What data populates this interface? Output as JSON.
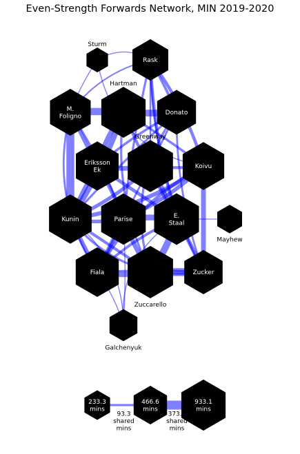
{
  "title": "Even-Strength Forwards Network, MIN 2019-2020",
  "colors": {
    "edge": "#0000ff",
    "node": "#000000",
    "label_in": "#ffffff",
    "label_out": "#000000"
  },
  "players": [
    {
      "id": "rask",
      "lines": [
        "Rask"
      ],
      "mins": 560,
      "label_pos": "inside"
    },
    {
      "id": "sturm",
      "lines": [
        "Sturm"
      ],
      "mins": 140,
      "label_pos": "above"
    },
    {
      "id": "hartman",
      "lines": [
        "Hartman"
      ],
      "mins": 930,
      "label_pos": "above"
    },
    {
      "id": "mfoligno",
      "lines": [
        "M.",
        "Foligno"
      ],
      "mins": 760,
      "label_pos": "inside"
    },
    {
      "id": "donato",
      "lines": [
        "Donato"
      ],
      "mins": 680,
      "label_pos": "inside"
    },
    {
      "id": "greenway",
      "lines": [
        "Greenway"
      ],
      "mins": 980,
      "label_pos": "above"
    },
    {
      "id": "eriksson",
      "lines": [
        "Eriksson",
        "Ek"
      ],
      "mins": 860,
      "label_pos": "inside"
    },
    {
      "id": "koivu",
      "lines": [
        "Koivu"
      ],
      "mins": 800,
      "label_pos": "inside"
    },
    {
      "id": "kunin",
      "lines": [
        "Kunin"
      ],
      "mins": 850,
      "label_pos": "inside"
    },
    {
      "id": "parise",
      "lines": [
        "Parise"
      ],
      "mins": 950,
      "label_pos": "inside"
    },
    {
      "id": "estaal",
      "lines": [
        "E.",
        "Staal"
      ],
      "mins": 960,
      "label_pos": "inside"
    },
    {
      "id": "mayhew",
      "lines": [
        "Mayhew"
      ],
      "mins": 210,
      "label_pos": "below"
    },
    {
      "id": "fiala",
      "lines": [
        "Fiala"
      ],
      "mins": 870,
      "label_pos": "inside"
    },
    {
      "id": "zuccarello",
      "lines": [
        "Zuccarello"
      ],
      "mins": 990,
      "label_pos": "below"
    },
    {
      "id": "zucker",
      "lines": [
        "Zucker"
      ],
      "mins": 660,
      "label_pos": "inside"
    },
    {
      "id": "galchenyuk",
      "lines": [
        "Galchenyuk"
      ],
      "mins": 290,
      "label_pos": "below"
    }
  ],
  "links": [
    {
      "a": "mfoligno",
      "b": "kunin",
      "shared": 330
    },
    {
      "a": "mfoligno",
      "b": "hartman",
      "shared": 300
    },
    {
      "a": "hartman",
      "b": "donato",
      "shared": 280
    },
    {
      "a": "hartman",
      "b": "eriksson",
      "shared": 200
    },
    {
      "a": "hartman",
      "b": "kunin",
      "shared": 230
    },
    {
      "a": "mfoligno",
      "b": "eriksson",
      "shared": 160
    },
    {
      "a": "greenway",
      "b": "koivu",
      "shared": 120
    },
    {
      "a": "greenway",
      "b": "kunin",
      "shared": 150
    },
    {
      "a": "greenway",
      "b": "estaal",
      "shared": 170
    },
    {
      "a": "eriksson",
      "b": "kunin",
      "shared": 190
    },
    {
      "a": "eriksson",
      "b": "greenway",
      "shared": 200
    },
    {
      "a": "eriksson",
      "b": "parise",
      "shared": 160
    },
    {
      "a": "eriksson",
      "b": "estaal",
      "shared": 140
    },
    {
      "a": "koivu",
      "b": "kunin",
      "shared": 170
    },
    {
      "a": "koivu",
      "b": "parise",
      "shared": 160
    },
    {
      "a": "koivu",
      "b": "zucker",
      "shared": 200
    },
    {
      "a": "koivu",
      "b": "fiala",
      "shared": 140
    },
    {
      "a": "kunin",
      "b": "parise",
      "shared": 150
    },
    {
      "a": "parise",
      "b": "estaal",
      "shared": 240
    },
    {
      "a": "parise",
      "b": "fiala",
      "shared": 180
    },
    {
      "a": "parise",
      "b": "zuccarello",
      "shared": 190
    },
    {
      "a": "estaal",
      "b": "zuccarello",
      "shared": 280
    },
    {
      "a": "estaal",
      "b": "zucker",
      "shared": 170
    },
    {
      "a": "estaal",
      "b": "mayhew",
      "shared": 30
    },
    {
      "a": "fiala",
      "b": "zuccarello",
      "shared": 220
    },
    {
      "a": "zuccarello",
      "b": "zucker",
      "shared": 330
    },
    {
      "a": "kunin",
      "b": "fiala",
      "shared": 170
    },
    {
      "a": "rask",
      "b": "estaal",
      "shared": 120
    },
    {
      "a": "rask",
      "b": "koivu",
      "shared": 130
    },
    {
      "a": "rask",
      "b": "donato",
      "shared": 110
    },
    {
      "a": "rask",
      "b": "parise",
      "shared": 90
    },
    {
      "a": "rask",
      "b": "zucker",
      "shared": 80
    },
    {
      "a": "rask",
      "b": "mfoligno",
      "shared": 60
    },
    {
      "a": "rask",
      "b": "greenway",
      "shared": 70
    },
    {
      "a": "sturm",
      "b": "mfoligno",
      "shared": 40
    },
    {
      "a": "sturm",
      "b": "rask",
      "shared": 40
    },
    {
      "a": "sturm",
      "b": "koivu",
      "shared": 40
    },
    {
      "a": "donato",
      "b": "kunin",
      "shared": 90
    },
    {
      "a": "donato",
      "b": "zucker",
      "shared": 80
    },
    {
      "a": "donato",
      "b": "zuccarello",
      "shared": 90
    },
    {
      "a": "donato",
      "b": "fiala",
      "shared": 80
    },
    {
      "a": "donato",
      "b": "eriksson",
      "shared": 100
    },
    {
      "a": "hartman",
      "b": "zuccarello",
      "shared": 90
    },
    {
      "a": "hartman",
      "b": "koivu",
      "shared": 100
    },
    {
      "a": "hartman",
      "b": "estaal",
      "shared": 120
    },
    {
      "a": "mfoligno",
      "b": "fiala",
      "shared": 80
    },
    {
      "a": "mfoligno",
      "b": "parise",
      "shared": 90
    },
    {
      "a": "kunin",
      "b": "zuccarello",
      "shared": 120
    },
    {
      "a": "kunin",
      "b": "zucker",
      "shared": 90
    },
    {
      "a": "fiala",
      "b": "estaal",
      "shared": 110
    },
    {
      "a": "fiala",
      "b": "zucker",
      "shared": 90
    },
    {
      "a": "galchenyuk",
      "b": "parise",
      "shared": 40
    },
    {
      "a": "galchenyuk",
      "b": "fiala",
      "shared": 40
    },
    {
      "a": "galchenyuk",
      "b": "kunin",
      "shared": 40
    },
    {
      "a": "galchenyuk",
      "b": "estaal",
      "shared": 40
    }
  ],
  "legend": {
    "nodes": [
      {
        "lines": [
          "233.3",
          "mins"
        ],
        "mins": 233.3
      },
      {
        "lines": [
          "466.6",
          "mins"
        ],
        "mins": 466.6
      },
      {
        "lines": [
          "933.1",
          "mins"
        ],
        "mins": 933.1
      }
    ],
    "edges": [
      {
        "lines": [
          "93.3",
          "shared",
          "mins"
        ],
        "shared": 93.3
      },
      {
        "lines": [
          "373.1",
          "shared",
          "mins"
        ],
        "shared": 373.1
      }
    ]
  }
}
